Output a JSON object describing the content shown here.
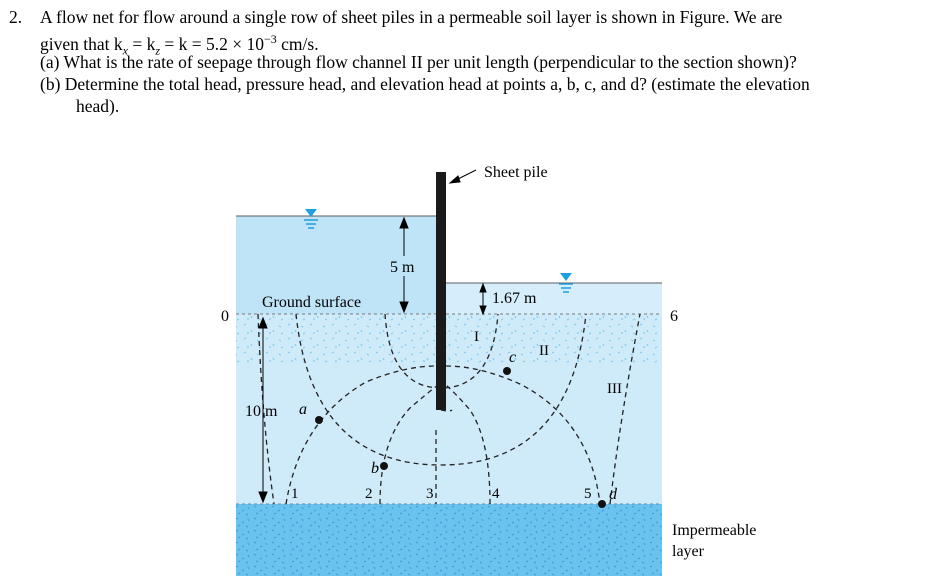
{
  "problem": {
    "number": "2.",
    "statement_line1": "A flow net for flow around a single row of sheet piles in a permeable soil layer is shown in Figure. We are",
    "statement_line2": "given that k",
    "sub_x": "x",
    "eq1": " = k",
    "sub_z": "z",
    "eq2": " = k = 5.2 × 10",
    "exp": "−3",
    "unit": " cm/s.",
    "part_a": "(a)  What is the rate of seepage through flow channel II per unit length (perpendicular to the section shown)?",
    "part_b_1": "(b)  Determine the total head, pressure head, and elevation head at points a, b, c, and d? (estimate the elevation",
    "part_b_2": "head)."
  },
  "figure": {
    "sheet_pile_label": "Sheet pile",
    "ground_surface_label": "Ground surface",
    "left_head_label": "5 m",
    "right_head_label": "1.67 m",
    "depth_label": "10 m",
    "impermeable_label_1": "Impermeable",
    "impermeable_label_2": "layer",
    "datum_left": "0",
    "datum_right": "6",
    "flow_channels": [
      "I",
      "II",
      "III"
    ],
    "equipotential_numbers": [
      "1",
      "2",
      "3",
      "4",
      "5"
    ],
    "points": [
      "a",
      "b",
      "c",
      "d"
    ],
    "colors": {
      "water": "#bfe3f7",
      "water_line": "#5e5e5e",
      "soil": "#cfeaf9",
      "impermeable": "#6ac2ee",
      "pile": "#1a1a1a",
      "water_table_marker": "#1e9fe0"
    }
  }
}
